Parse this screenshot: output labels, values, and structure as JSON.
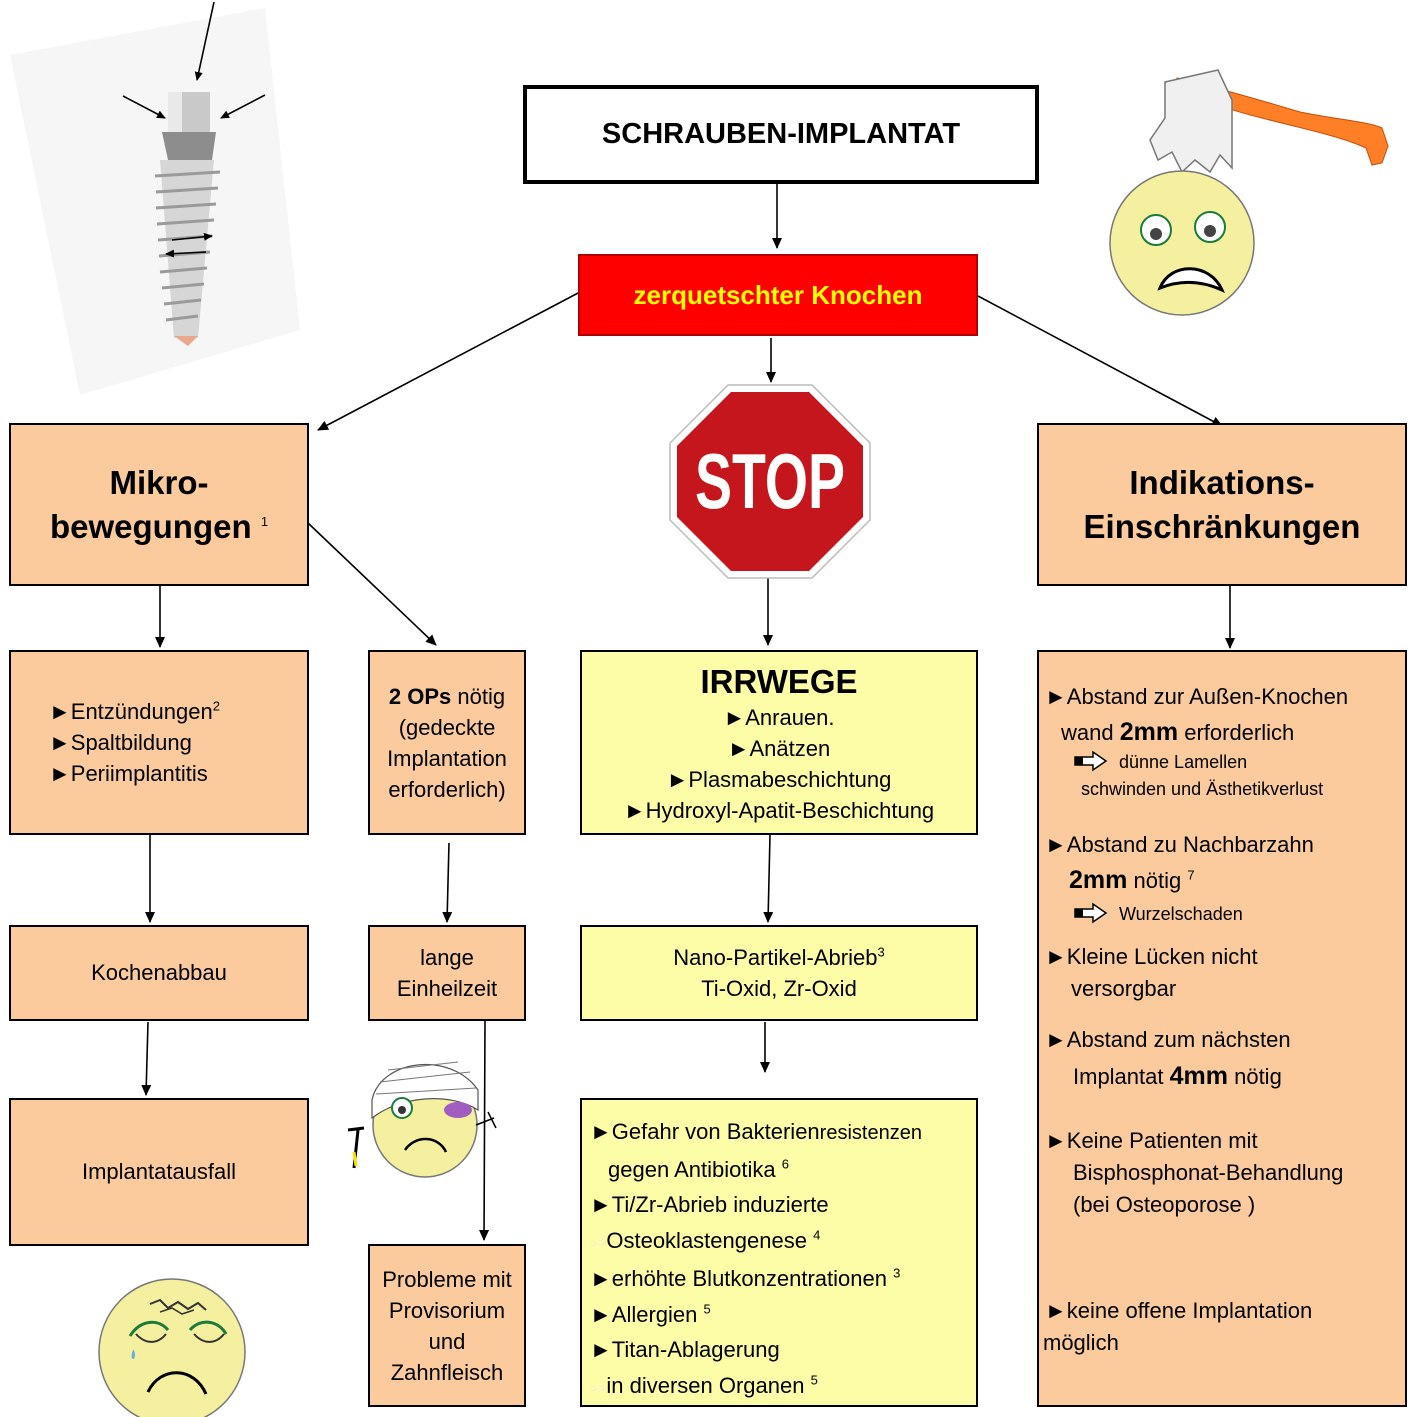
{
  "title": "SCHRAUBEN-IMPLANTAT",
  "problem": "zerquetschter Knochen",
  "stop_sign": "STOP",
  "left": {
    "heading_line1": "Mikro-",
    "heading_line2": "bewegungen",
    "heading_ref": "1",
    "list": [
      {
        "text": "►Entzündungen",
        "ref": "2"
      },
      {
        "text": "►Spaltbildung",
        "ref": ""
      },
      {
        "text": "►Periimplantitis",
        "ref": ""
      }
    ],
    "step2": "Kochenabbau",
    "step3": "Implantatausfall"
  },
  "ops": {
    "bold": "2 OPs",
    "line1_rest": " nötig",
    "line2": "(gedeckte",
    "line3": "Implantation",
    "line4": "erforderlich)",
    "step2_line1": "lange",
    "step2_line2": "Einheilzeit",
    "step3_line1": "Probleme mit",
    "step3_line2": "Provisorium",
    "step3_line3": "und",
    "step3_line4": "Zahnfleisch"
  },
  "irrwege": {
    "heading": "IRRWEGE",
    "items": [
      "►Anrauen.",
      "►Anätzen",
      "►Plasmabeschichtung",
      "►Hydroxyl-Apatit-Beschichtung"
    ],
    "nano_line1": "Nano-Partikel-Abrieb",
    "nano_ref": "3",
    "nano_line2": "Ti-Oxid, Zr-Oxid",
    "risks": {
      "r1_line1_a": "►Gefahr von Bakterien",
      "r1_line1_b": "resistenzen",
      "r1_line2": "gegen Antibiotika",
      "r1_ref": "6",
      "r2_line1": "►Ti/Zr-Abrieb induzierte",
      "r2_faint": ">>",
      "r2_line2": "Osteoklastengenese",
      "r2_ref": "4",
      "r3": "►erhöhte Blutkonzentrationen",
      "r3_ref": "3",
      "r4": "►Allergien",
      "r4_ref": "5",
      "r5_line1": "►Titan-Ablagerung",
      "r5_faint": ">>",
      "r5_line2": "in diversen Organen",
      "r5_ref": "5"
    }
  },
  "indikation": {
    "heading_line1": "Indikations-",
    "heading_line2": "Einschränkungen",
    "i1_line1": "►Abstand zur Außen-Knochen",
    "i1_line2_a": "wand ",
    "i1_line2_bold": "2mm",
    "i1_line2_b": " erforderlich",
    "i1_note1": "dünne Lamellen",
    "i1_note2": "schwinden und Ästhetikverlust",
    "i2_line1": "►Abstand zu Nachbarzahn",
    "i2_bold": "2mm",
    "i2_rest": " nötig",
    "i2_ref": "7",
    "i2_note": "Wurzelschaden",
    "i3_line1": "►Kleine Lücken nicht",
    "i3_line2": "versorgbar",
    "i4_line1": "►Abstand zum nächsten",
    "i4_line2_a": "Implantat ",
    "i4_bold": "4mm",
    "i4_line2_b": " nötig",
    "i5_line1": "►Keine Patienten mit",
    "i5_line2": "Bisphosphonat-Behandlung",
    "i5_line3": "(bei Osteoporose )",
    "i6_line1": "►keine offene Implantation",
    "i6_line2": "möglich"
  },
  "colors": {
    "orange_box": "#fbcb9e",
    "yellow_box": "#fdfda8",
    "red_box": "#ff0000",
    "red_box_text": "#ffff00",
    "stop_red": "#c4161c",
    "face_fill": "#f4f0a0"
  }
}
